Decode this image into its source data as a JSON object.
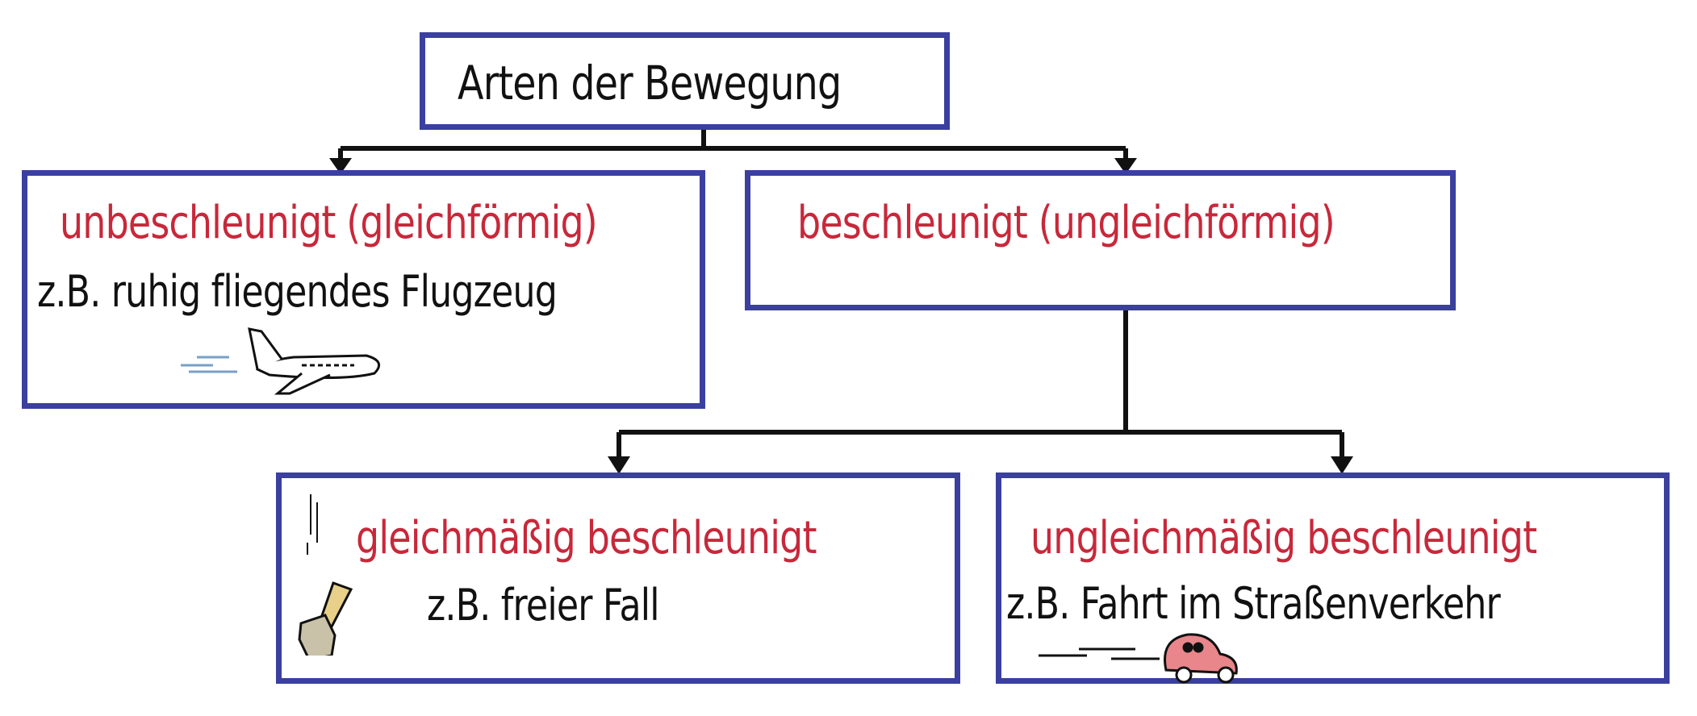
{
  "root": {
    "title": "Arten der Bewegung"
  },
  "left": {
    "heading": "unbeschleunigt (gleichförmig)",
    "example": "z.B. ruhig fliegendes Flugzeug",
    "icon": "airplane-icon"
  },
  "right": {
    "heading": "beschleunigt (ungleichförmig)"
  },
  "bottom_left": {
    "heading": "gleichmäßig beschleunigt",
    "example": "z.B. freier Fall",
    "icon": "hammer-icon"
  },
  "bottom_right": {
    "heading": "ungleichmäßig beschleunigt",
    "example": "z.B. Fahrt im Straßenverkehr",
    "icon": "car-icon"
  },
  "colors": {
    "border": "#3a3fa0",
    "heading": "#c8283a",
    "text": "#111111"
  }
}
